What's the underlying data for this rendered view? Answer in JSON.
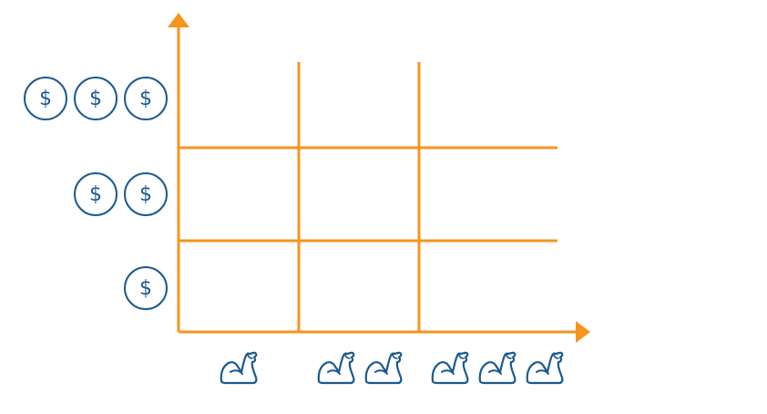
{
  "colors": {
    "grid": "#F7941D",
    "icon": "#1B5A8E",
    "background": "#FFFFFF"
  },
  "y_axis": {
    "icon": "dollar-coin-icon",
    "symbol": "$",
    "levels": [
      1,
      2,
      3
    ]
  },
  "x_axis": {
    "icon": "flexed-biceps-icon",
    "levels": [
      1,
      2,
      3
    ]
  },
  "grid": {
    "rows": 3,
    "columns": 3
  }
}
